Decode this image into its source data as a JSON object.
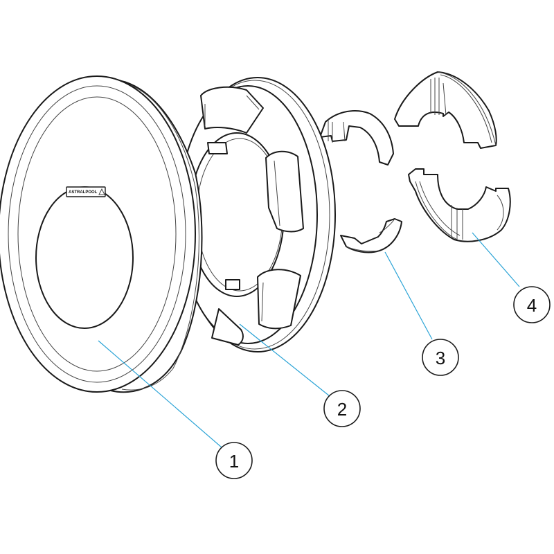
{
  "brand_label": "ASTRALPOOL",
  "callouts": [
    {
      "label": "1"
    },
    {
      "label": "2"
    },
    {
      "label": "3"
    },
    {
      "label": "4"
    }
  ],
  "colors": {
    "line": "#1a1a1a",
    "leader": "#2aa3d6",
    "background": "#ffffff"
  }
}
